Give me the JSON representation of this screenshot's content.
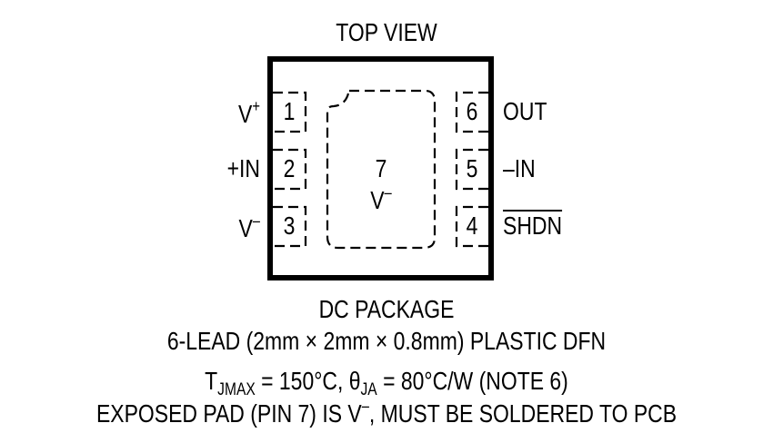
{
  "title": "TOP VIEW",
  "package": {
    "outline_color": "#000000",
    "left_pins": [
      {
        "number": "1",
        "name_base": "V",
        "name_sup": "+"
      },
      {
        "number": "2",
        "name_base": "+IN",
        "name_sup": ""
      },
      {
        "number": "3",
        "name_base": "V",
        "name_sup": "–"
      }
    ],
    "right_pins": [
      {
        "number": "6",
        "name": "OUT",
        "overline": false
      },
      {
        "number": "5",
        "name": "–IN",
        "overline": false
      },
      {
        "number": "4",
        "name": "SHDN",
        "overline": true
      }
    ],
    "exposed_pad": {
      "number": "7",
      "name_base": "V",
      "name_sup": "–"
    }
  },
  "captions": {
    "package_name": "DC PACKAGE",
    "package_desc": "6-LEAD (2mm × 2mm × 0.8mm) PLASTIC DFN",
    "thermal": {
      "t_base": "T",
      "t_sub": "JMAX",
      "t_value": " = 150°C, ",
      "theta_base": "θ",
      "theta_sub": "JA",
      "theta_value": " = 80°C/W (NOTE 6)"
    },
    "note": {
      "prefix": "EXPOSED PAD (PIN 7) IS V",
      "sup": "–",
      "suffix": ", MUST BE SOLDERED TO PCB"
    }
  }
}
